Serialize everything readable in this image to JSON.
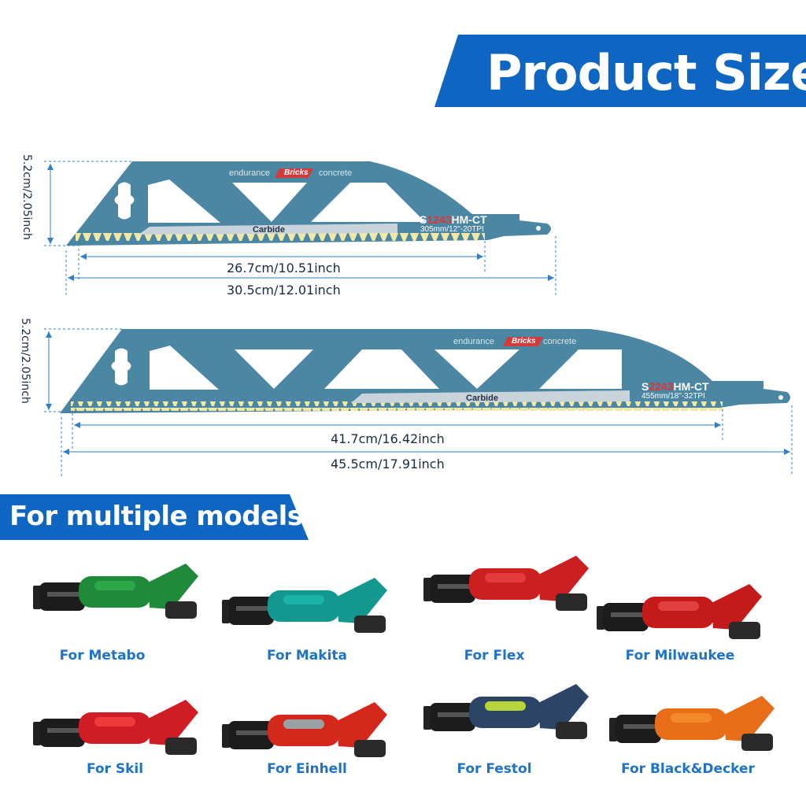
{
  "header": {
    "title": "Product Size"
  },
  "blades": [
    {
      "height_label": "5.2cm/2.05inch",
      "inner_label": "26.7cm/10.51inch",
      "outer_label": "30.5cm/12.01inch",
      "text_left": "endurance",
      "text_mid": "Bricks",
      "text_right": "concrete",
      "code_prefix": "S",
      "code_red": "1243",
      "code_suffix": "HM-CT",
      "spec": "305mm/12\"-20TPI",
      "carbide": "Carbide"
    },
    {
      "height_label": "5.2cm/2.05inch",
      "inner_label": "41.7cm/16.42inch",
      "outer_label": "45.5cm/17.91inch",
      "text_left": "endurance",
      "text_mid": "Bricks",
      "text_right": "concrete",
      "code_prefix": "S",
      "code_red": "2243",
      "code_suffix": "HM-CT",
      "spec": "455mm/18\"-32TPI",
      "carbide": "Carbide"
    }
  ],
  "models_section": {
    "title": "For multiple models"
  },
  "tools": [
    {
      "label": "For Metabo",
      "icon": "green-reciprocating-saw-icon",
      "body": "#1f8a3a",
      "accent": "#2aa84a"
    },
    {
      "label": "For Makita",
      "icon": "teal-reciprocating-saw-icon",
      "body": "#13988f",
      "accent": "#1bb3a8"
    },
    {
      "label": "For Flex",
      "icon": "red-reciprocating-saw-icon",
      "body": "#cc1f1f",
      "accent": "#e33a3a"
    },
    {
      "label": "For Milwaukee",
      "icon": "red-black-reciprocating-saw-icon",
      "body": "#c41a1a",
      "accent": "#e04040"
    },
    {
      "label": "For Skil",
      "icon": "red-black-compact-saw-icon",
      "body": "#d01c24",
      "accent": "#ee3a3a"
    },
    {
      "label": "For Einhell",
      "icon": "red-silver-saw-icon",
      "body": "#d4281c",
      "accent": "#9aa0a6"
    },
    {
      "label": "For Festol",
      "icon": "blue-grey-saw-icon",
      "body": "#2c4566",
      "accent": "#b7d43a"
    },
    {
      "label": "For Black&Decker",
      "icon": "orange-black-saw-icon",
      "body": "#e86d18",
      "accent": "#f28a2a"
    }
  ],
  "colors": {
    "brand_blue": "#0e66c2",
    "blade_blue": "#4b86a3",
    "tool_label": "#1f73c6",
    "dim_line": "#2f7fc9"
  }
}
